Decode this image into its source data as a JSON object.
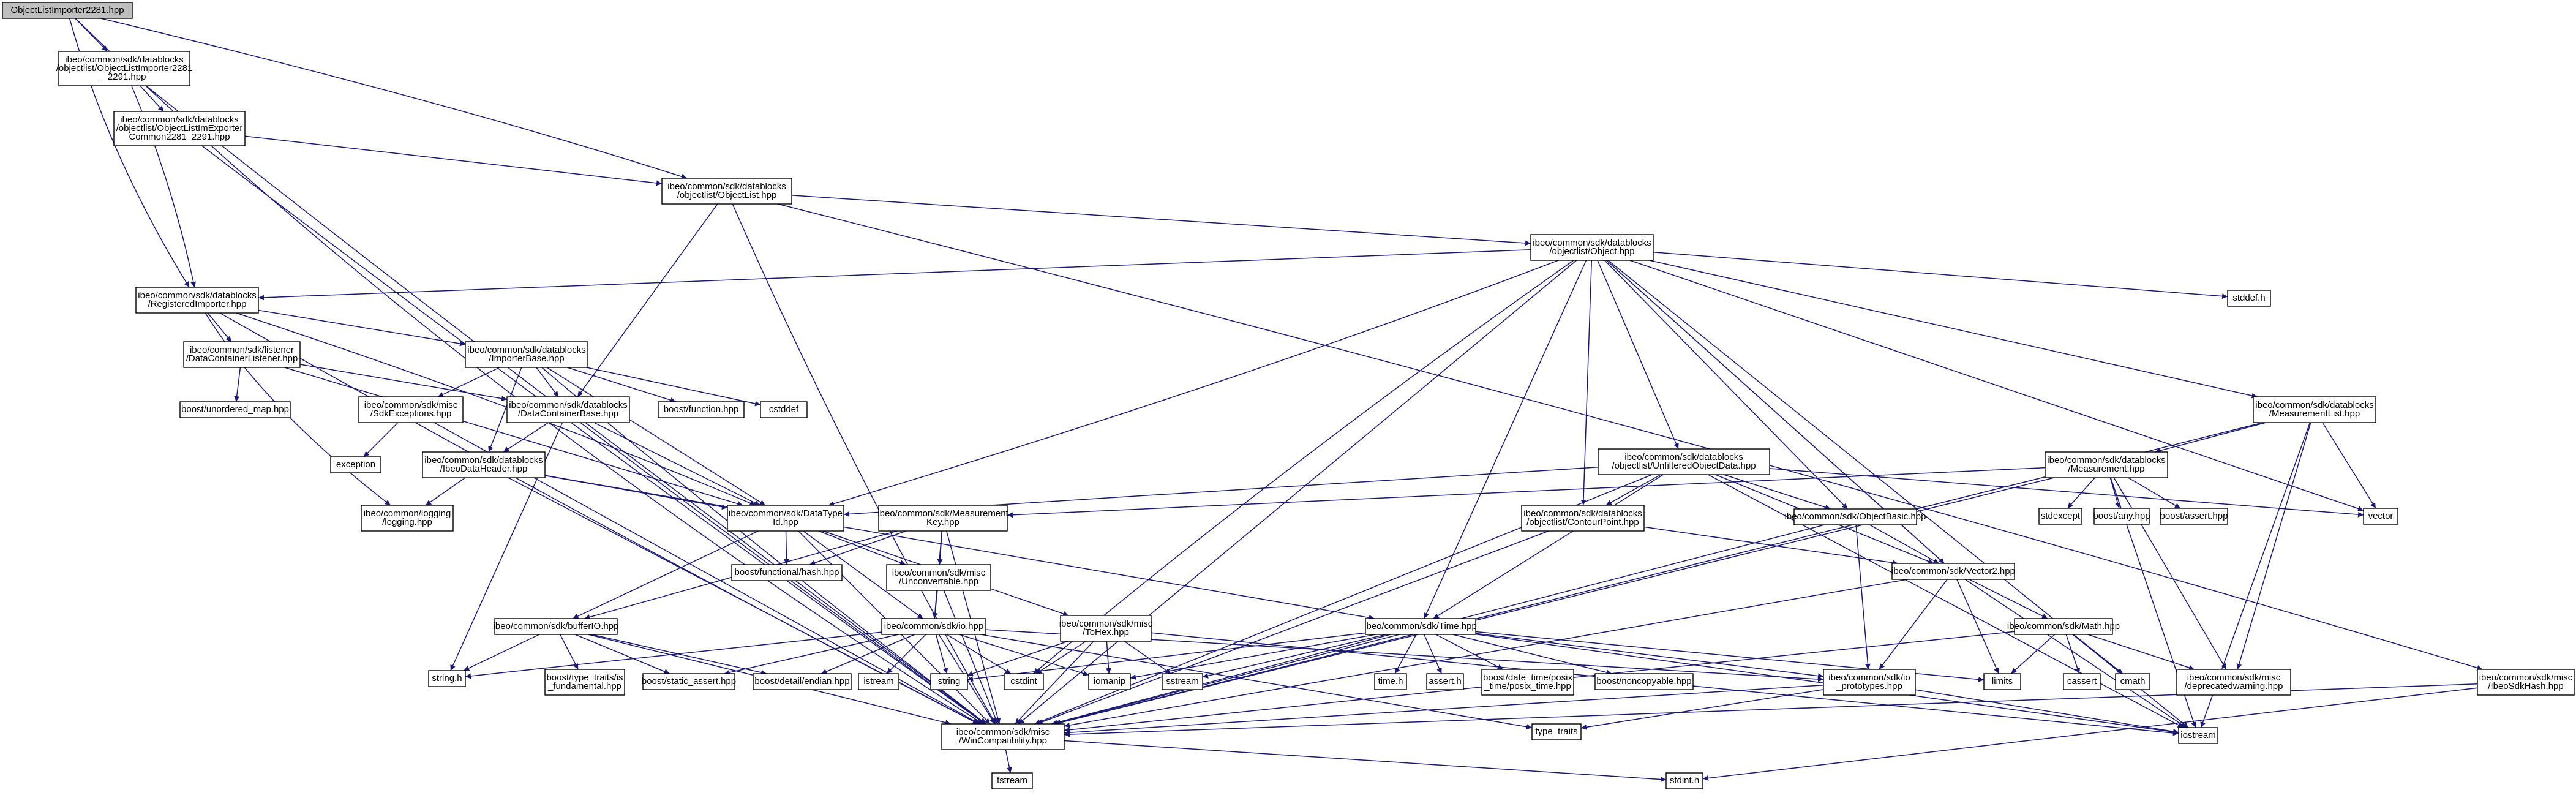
{
  "diagram": {
    "colors": {
      "node_fill": "#ffffff",
      "root_fill": "#bfbfbf",
      "node_border": "#000000",
      "edge": "#191970",
      "arrow": "#191970"
    },
    "nodes": [
      {
        "id": "root",
        "lines": [
          "ObjectListImporter2281.hpp"
        ],
        "root": true
      },
      {
        "id": "imp2281",
        "lines": [
          "ibeo/common/sdk/datablocks",
          "/objectlist/ObjectListImporter2281",
          "_2291.hpp"
        ]
      },
      {
        "id": "expcommon",
        "lines": [
          "ibeo/common/sdk/datablocks",
          "/objectlist/ObjectListImExporter",
          "Common2281_2291.hpp"
        ]
      },
      {
        "id": "objlist",
        "lines": [
          "ibeo/common/sdk/datablocks",
          "/objectlist/ObjectList.hpp"
        ]
      },
      {
        "id": "object",
        "lines": [
          "ibeo/common/sdk/datablocks",
          "/objectlist/Object.hpp"
        ]
      },
      {
        "id": "regimp",
        "lines": [
          "ibeo/common/sdk/datablocks",
          "/RegisteredImporter.hpp"
        ]
      },
      {
        "id": "listener",
        "lines": [
          "ibeo/common/sdk/listener",
          "/DataContainerListener.hpp"
        ]
      },
      {
        "id": "impbase",
        "lines": [
          "ibeo/common/sdk/datablocks",
          "/ImporterBase.hpp"
        ]
      },
      {
        "id": "sdkexc",
        "lines": [
          "ibeo/common/sdk/misc",
          "/SdkExceptions.hpp"
        ]
      },
      {
        "id": "dcbase",
        "lines": [
          "ibeo/common/sdk/datablocks",
          "/DataContainerBase.hpp"
        ]
      },
      {
        "id": "boostfunc",
        "lines": [
          "boost/function.hpp"
        ]
      },
      {
        "id": "cstddef",
        "lines": [
          "cstddef"
        ]
      },
      {
        "id": "unordmap",
        "lines": [
          "boost/unordered_map.hpp"
        ]
      },
      {
        "id": "exception",
        "lines": [
          "exception"
        ]
      },
      {
        "id": "idh",
        "lines": [
          "ibeo/common/sdk/datablocks",
          "/IbeoDataHeader.hpp"
        ]
      },
      {
        "id": "logging",
        "lines": [
          "ibeo/common/logging",
          "/logging.hpp"
        ]
      },
      {
        "id": "datatype",
        "lines": [
          "ibeo/common/sdk/DataType",
          "Id.hpp"
        ]
      },
      {
        "id": "boosthash",
        "lines": [
          "boost/functional/hash.hpp"
        ]
      },
      {
        "id": "measkey",
        "lines": [
          "ibeo/common/sdk/Measurement",
          "Key.hpp"
        ]
      },
      {
        "id": "unconv",
        "lines": [
          "ibeo/common/sdk/misc",
          "/Unconvertable.hpp"
        ]
      },
      {
        "id": "bufferio",
        "lines": [
          "ibeo/common/sdk/bufferIO.hpp"
        ]
      },
      {
        "id": "io",
        "lines": [
          "ibeo/common/sdk/io.hpp"
        ]
      },
      {
        "id": "tohex",
        "lines": [
          "ibeo/common/sdk/misc",
          "/ToHex.hpp"
        ]
      },
      {
        "id": "stringh",
        "lines": [
          "string.h"
        ]
      },
      {
        "id": "typetraitsfund",
        "lines": [
          "boost/type_traits/is",
          "_fundamental.hpp"
        ]
      },
      {
        "id": "staticassert",
        "lines": [
          "boost/static_assert.hpp"
        ]
      },
      {
        "id": "endian",
        "lines": [
          "boost/detail/endian.hpp"
        ]
      },
      {
        "id": "istream",
        "lines": [
          "istream"
        ]
      },
      {
        "id": "string",
        "lines": [
          "string"
        ]
      },
      {
        "id": "cstdint",
        "lines": [
          "cstdint"
        ]
      },
      {
        "id": "iomanip",
        "lines": [
          "iomanip"
        ]
      },
      {
        "id": "sstream",
        "lines": [
          "sstream"
        ]
      },
      {
        "id": "time",
        "lines": [
          "ibeo/common/sdk/Time.hpp"
        ]
      },
      {
        "id": "timeh",
        "lines": [
          "time.h"
        ]
      },
      {
        "id": "asserth",
        "lines": [
          "assert.h"
        ]
      },
      {
        "id": "posixtime",
        "lines": [
          "boost/date_time/posix",
          "_time/posix_time.hpp"
        ]
      },
      {
        "id": "noncopy",
        "lines": [
          "boost/noncopyable.hpp"
        ]
      },
      {
        "id": "unfiltered",
        "lines": [
          "ibeo/common/sdk/datablocks",
          "/objectlist/UnfilteredObjectData.hpp"
        ]
      },
      {
        "id": "contour",
        "lines": [
          "ibeo/common/sdk/datablocks",
          "/objectlist/ContourPoint.hpp"
        ]
      },
      {
        "id": "objbasic",
        "lines": [
          "ibeo/common/sdk/ObjectBasic.hpp"
        ]
      },
      {
        "id": "vector2",
        "lines": [
          "ibeo/common/sdk/Vector2.hpp"
        ]
      },
      {
        "id": "math",
        "lines": [
          "ibeo/common/sdk/Math.hpp"
        ]
      },
      {
        "id": "ioproto",
        "lines": [
          "ibeo/common/sdk/io",
          "_prototypes.hpp"
        ]
      },
      {
        "id": "limits",
        "lines": [
          "limits"
        ]
      },
      {
        "id": "cassert",
        "lines": [
          "cassert"
        ]
      },
      {
        "id": "cmath",
        "lines": [
          "cmath"
        ]
      },
      {
        "id": "deprecated",
        "lines": [
          "ibeo/common/sdk/misc",
          "/deprecatedwarning.hpp"
        ]
      },
      {
        "id": "stddefh",
        "lines": [
          "stddef.h"
        ]
      },
      {
        "id": "measlist",
        "lines": [
          "ibeo/common/sdk/datablocks",
          "/MeasurementList.hpp"
        ]
      },
      {
        "id": "measurement",
        "lines": [
          "ibeo/common/sdk/datablocks",
          "/Measurement.hpp"
        ]
      },
      {
        "id": "stdexcept",
        "lines": [
          "stdexcept"
        ]
      },
      {
        "id": "boostany",
        "lines": [
          "boost/any.hpp"
        ]
      },
      {
        "id": "boostassert",
        "lines": [
          "boost/assert.hpp"
        ]
      },
      {
        "id": "vector",
        "lines": [
          "vector"
        ]
      },
      {
        "id": "sdkhash",
        "lines": [
          "ibeo/common/sdk/misc",
          "/IbeoSdkHash.hpp"
        ]
      },
      {
        "id": "wincompat",
        "lines": [
          "ibeo/common/sdk/misc",
          "/WinCompatibility.hpp"
        ]
      },
      {
        "id": "typetraits",
        "lines": [
          "type_traits"
        ]
      },
      {
        "id": "iostream",
        "lines": [
          "iostream"
        ]
      },
      {
        "id": "fstream",
        "lines": [
          "fstream"
        ]
      },
      {
        "id": "stdinth",
        "lines": [
          "stdint.h"
        ]
      }
    ]
  }
}
